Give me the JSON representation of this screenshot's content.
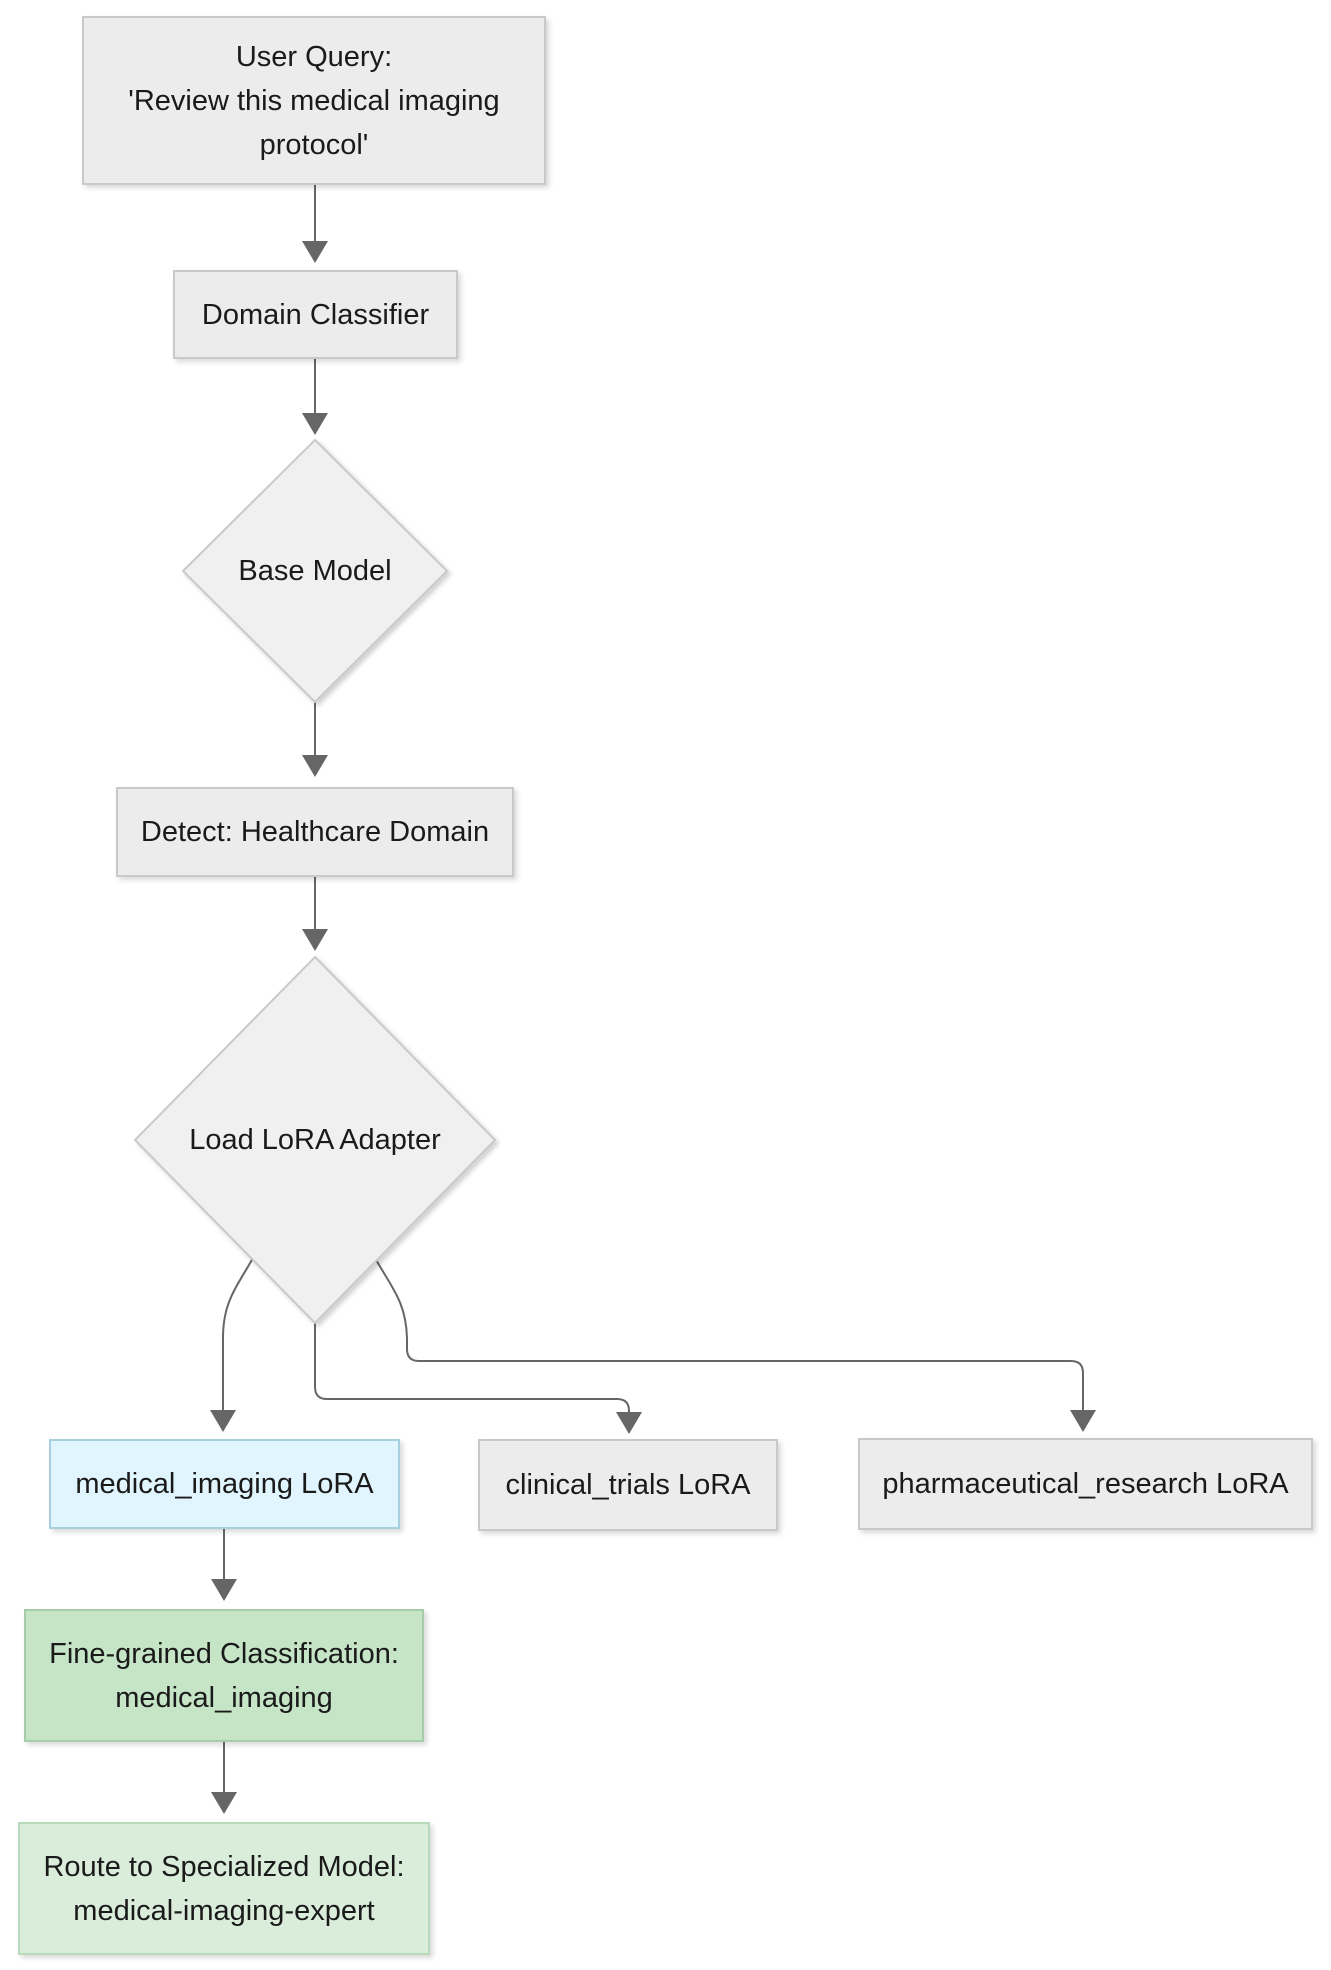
{
  "diagram": {
    "type": "flowchart",
    "direction": "top-down",
    "nodes": {
      "user_query": {
        "id": "user_query",
        "shape": "rect",
        "style_key": "node_gray",
        "line1": "User Query:",
        "line2": "'Review this medical imaging",
        "line3": "protocol'"
      },
      "domain_classifier": {
        "id": "domain_classifier",
        "shape": "rect",
        "style_key": "node_gray",
        "label": "Domain Classifier"
      },
      "base_model": {
        "id": "base_model",
        "shape": "diamond",
        "style_key": "diamond",
        "label": "Base Model"
      },
      "detect": {
        "id": "detect",
        "shape": "rect",
        "style_key": "node_gray",
        "label": "Detect: Healthcare Domain"
      },
      "load_adapter": {
        "id": "load_adapter",
        "shape": "diamond",
        "style_key": "diamond",
        "label": "Load LoRA Adapter"
      },
      "medical_imaging": {
        "id": "medical_imaging",
        "shape": "rect",
        "style_key": "node_blue",
        "label": "medical_imaging LoRA"
      },
      "clinical_trials": {
        "id": "clinical_trials",
        "shape": "rect",
        "style_key": "node_gray",
        "label": "clinical_trials LoRA"
      },
      "pharma_research": {
        "id": "pharma_research",
        "shape": "rect",
        "style_key": "node_gray",
        "label": "pharmaceutical_research LoRA"
      },
      "fine_grained": {
        "id": "fine_grained",
        "shape": "rect",
        "style_key": "node_green",
        "line1": "Fine-grained Classification:",
        "line2": "medical_imaging"
      },
      "route": {
        "id": "route",
        "shape": "rect",
        "style_key": "node_green_light",
        "line1": "Route to Specialized Model:",
        "line2": "medical-imaging-expert"
      }
    },
    "edges": [
      {
        "from": "user_query",
        "to": "domain_classifier"
      },
      {
        "from": "domain_classifier",
        "to": "base_model"
      },
      {
        "from": "base_model",
        "to": "detect"
      },
      {
        "from": "detect",
        "to": "load_adapter"
      },
      {
        "from": "load_adapter",
        "to": "medical_imaging"
      },
      {
        "from": "load_adapter",
        "to": "clinical_trials"
      },
      {
        "from": "load_adapter",
        "to": "pharma_research"
      },
      {
        "from": "medical_imaging",
        "to": "fine_grained"
      },
      {
        "from": "fine_grained",
        "to": "route"
      }
    ]
  },
  "colors": {
    "node_gray": {
      "fill": "#ececec",
      "stroke": "#c9c9c9"
    },
    "node_blue": {
      "fill": "#e1f5fe",
      "stroke": "#a8cfe0"
    },
    "node_green": {
      "fill": "#c6e5c7",
      "stroke": "#a6cda8"
    },
    "node_green_light": {
      "fill": "#d9edda",
      "stroke": "#b8d9ba"
    },
    "diamond": {
      "fill": "#f0f0f0",
      "stroke": "#c9c9c9"
    },
    "edge": {
      "stroke": "#666666"
    },
    "text": "#1a1a1a",
    "background": "#ffffff"
  }
}
